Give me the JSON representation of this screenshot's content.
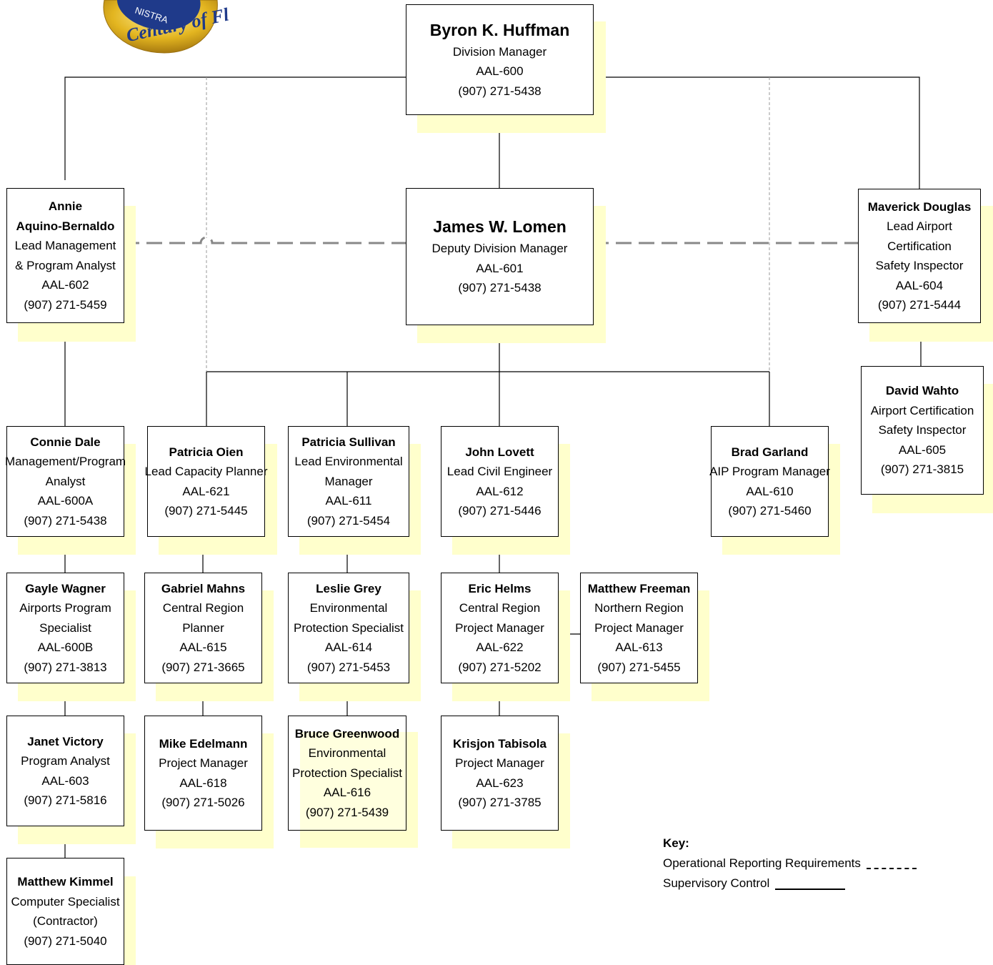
{
  "logo": {
    "text": "Century of Fl",
    "arc_text": "NISTRA"
  },
  "positions": {
    "huffman": {
      "name": "Byron K. Huffman",
      "lines": [
        "Division Manager",
        "AAL-600",
        "(907) 271-5438"
      ]
    },
    "lomen": {
      "name": "James W. Lomen",
      "lines": [
        "Deputy Division Manager",
        "AAL-601",
        "(907) 271-5438"
      ]
    },
    "aquino": {
      "name": "Annie\nAquino-Bernaldo",
      "lines": [
        "Lead Management",
        "& Program Analyst",
        "AAL-602",
        "(907) 271-5459"
      ]
    },
    "douglas": {
      "name": "Maverick Douglas",
      "lines": [
        "Lead Airport",
        "Certification",
        "Safety Inspector",
        "AAL-604",
        "(907) 271-5444"
      ]
    },
    "wahto": {
      "name": "David Wahto",
      "lines": [
        "Airport Certification",
        "Safety Inspector",
        "AAL-605",
        "(907) 271-3815"
      ]
    },
    "dale": {
      "name": "Connie Dale",
      "lines": [
        "Management/Program",
        "Analyst",
        "AAL-600A",
        "(907) 271-5438"
      ]
    },
    "oien": {
      "name": "Patricia Oien",
      "lines": [
        "Lead Capacity Planner",
        "AAL-621",
        "(907) 271-5445"
      ]
    },
    "sullivan": {
      "name": "Patricia Sullivan",
      "lines": [
        "Lead Environmental",
        "Manager",
        "AAL-611",
        "(907) 271-5454"
      ]
    },
    "lovett": {
      "name": "John Lovett",
      "lines": [
        "Lead Civil Engineer",
        "AAL-612",
        "(907) 271-5446"
      ]
    },
    "garland": {
      "name": "Brad Garland",
      "lines": [
        "AIP Program Manager",
        "AAL-610",
        "(907) 271-5460"
      ]
    },
    "wagner": {
      "name": "Gayle Wagner",
      "lines": [
        "Airports Program",
        "Specialist",
        "AAL-600B",
        "(907) 271-3813"
      ]
    },
    "mahns": {
      "name": "Gabriel Mahns",
      "lines": [
        "Central Region",
        "Planner",
        "AAL-615",
        "(907) 271-3665"
      ]
    },
    "grey": {
      "name": "Leslie Grey",
      "lines": [
        "Environmental",
        "Protection Specialist",
        "AAL-614",
        "(907) 271-5453"
      ]
    },
    "helms": {
      "name": "Eric Helms",
      "lines": [
        "Central Region",
        "Project Manager",
        "AAL-622",
        "(907) 271-5202"
      ]
    },
    "freeman": {
      "name": "Matthew Freeman",
      "lines": [
        "Northern Region",
        "Project Manager",
        "AAL-613",
        "(907) 271-5455"
      ]
    },
    "victory": {
      "name": "Janet Victory",
      "lines": [
        "Program Analyst",
        "AAL-603",
        "(907) 271-5816"
      ]
    },
    "edelmann": {
      "name": "Mike Edelmann",
      "lines": [
        "Project Manager",
        "AAL-618",
        "(907) 271-5026"
      ]
    },
    "greenwood": {
      "name": "Bruce Greenwood",
      "lines": [
        "Environmental",
        "Protection Specialist",
        "AAL-616",
        "(907) 271-5439"
      ]
    },
    "tabisola": {
      "name": "Krisjon Tabisola",
      "lines": [
        "Project Manager",
        "AAL-623",
        "(907) 271-3785"
      ]
    },
    "kimmel": {
      "name": "Matthew Kimmel",
      "lines": [
        "Computer Specialist",
        "(Contractor)",
        "(907) 271-5040"
      ]
    }
  },
  "key": {
    "title": "Key:",
    "operational": "Operational Reporting Requirements",
    "supervisory": "Supervisory Control"
  },
  "colors": {
    "box_shadow": "#ffffcc",
    "line": "#000000",
    "operational_line": "#888888",
    "seal_gold": "#e3b520",
    "seal_blue": "#1f3a8a"
  }
}
